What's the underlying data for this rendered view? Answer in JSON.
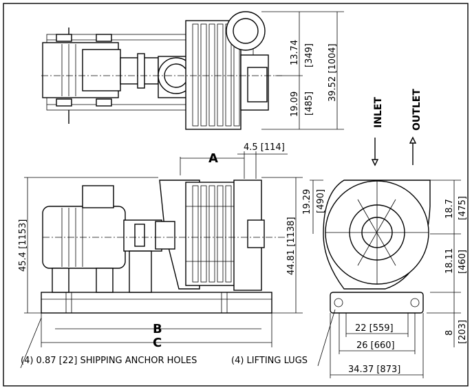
{
  "top_view": {
    "dim_1": "13.74",
    "dim_1_mm": "[349]",
    "dim_2": "19.09",
    "dim_2_mm": "[485]",
    "dim_overall": "39.52 [1004]"
  },
  "side_view": {
    "dim_a": "A",
    "dim_45": "4.5 [114]",
    "dim_height": "45.4 [1153]",
    "dim_height2": "44.81 [1138]",
    "dim_b": "B",
    "dim_c": "C",
    "note_anchor": "(4) 0.87 [22] SHIPPING ANCHOR HOLES"
  },
  "end_view": {
    "inlet": "INLET",
    "outlet": "OUTLET",
    "dim_1929": "19.29",
    "dim_490": "[490]",
    "dim_187": "18.7",
    "dim_475": "[475]",
    "dim_1811": "18.11",
    "dim_460": "[460]",
    "dim_8": "8",
    "dim_203": "[203]",
    "dim_22": "22 [559]",
    "dim_26": "26 [660]",
    "dim_3437": "34.37 [873]",
    "note_lugs": "(4) LIFTING LUGS"
  }
}
